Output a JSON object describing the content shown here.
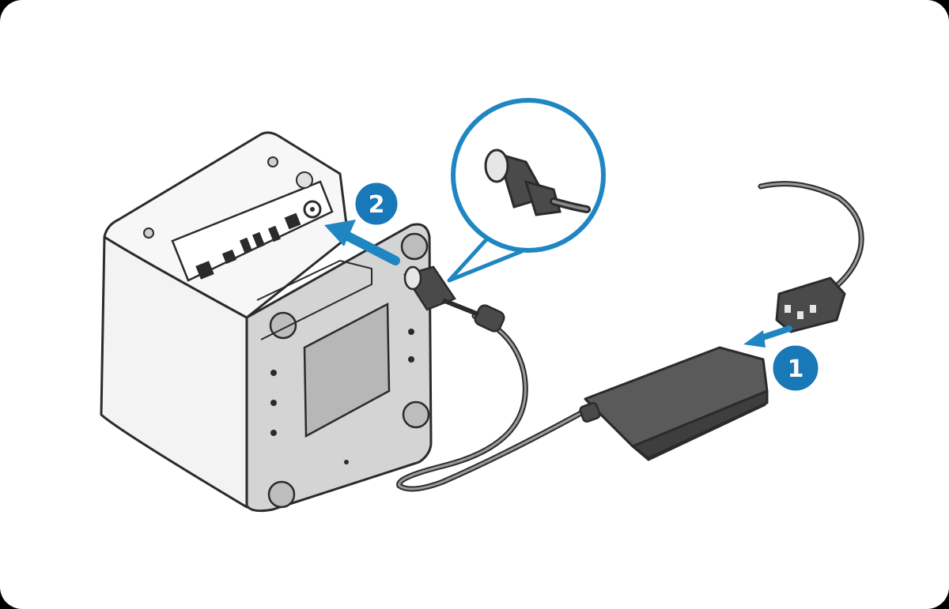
{
  "steps": [
    {
      "number": "1",
      "action": "connect-ac-power-cord-to-adapter"
    },
    {
      "number": "2",
      "action": "connect-dc-plug-to-printer-power-inlet"
    }
  ],
  "colors": {
    "accent": "#1f86c2",
    "step_badge": "#1878b8",
    "outline": "#2b2b2b",
    "printer_body": "#f2f2f2",
    "printer_bottom": "#cfcfcf",
    "adapter": "#454545",
    "cable": "#3a3a3a"
  },
  "icons": {
    "callout": "dc-plug-closeup-icon",
    "arrow": "insert-direction-arrow-icon"
  }
}
